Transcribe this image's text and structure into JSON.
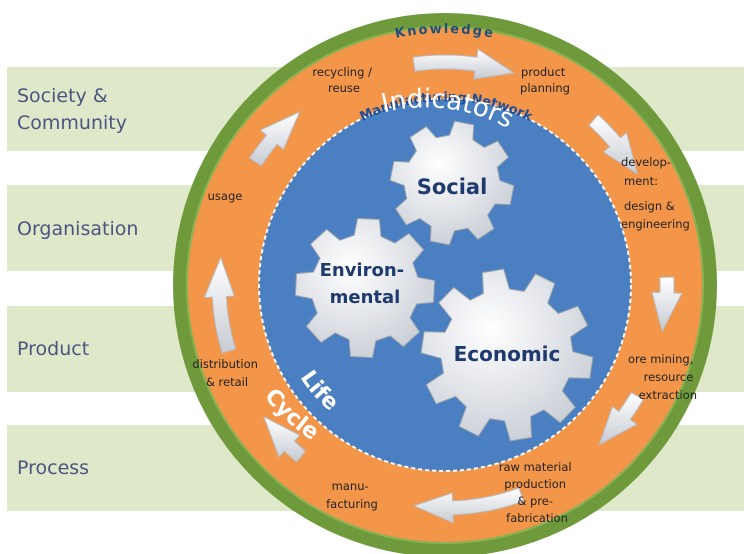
{
  "levels": {
    "society": "Society &\nCommunity",
    "organisation": "Organisation",
    "product": "Product",
    "process": "Process"
  },
  "rings": {
    "knowledge": "Knowledge",
    "manufacturing_network": "Manufacturing Network",
    "indicators": "Indicators",
    "life": "Life",
    "cycle": "Cycle"
  },
  "stages": {
    "recycling": [
      "recycling /",
      "reuse"
    ],
    "product_planning": [
      "product",
      "planning"
    ],
    "development": [
      "develop-",
      "ment:",
      "design &",
      "engineering"
    ],
    "ore_mining": [
      "ore mining,",
      "resource",
      "extraction"
    ],
    "raw_material": [
      "raw material",
      "production",
      "& pre-",
      "fabrication"
    ],
    "manufacturing": [
      "manu-",
      "facturing"
    ],
    "distribution": [
      "distribution",
      "& retail"
    ],
    "usage": [
      "usage"
    ]
  },
  "gears": {
    "social": "Social",
    "environmental": [
      "Environ-",
      "mental"
    ],
    "economic": "Economic"
  },
  "colors": {
    "band": "#dfe8c8",
    "outer_ring": "#6e9a3c",
    "life_cycle_ring": "#f3964a",
    "indicator_disc": "#4a7fc1",
    "gear": "#e8ebef",
    "label_text": "#4a5583"
  }
}
